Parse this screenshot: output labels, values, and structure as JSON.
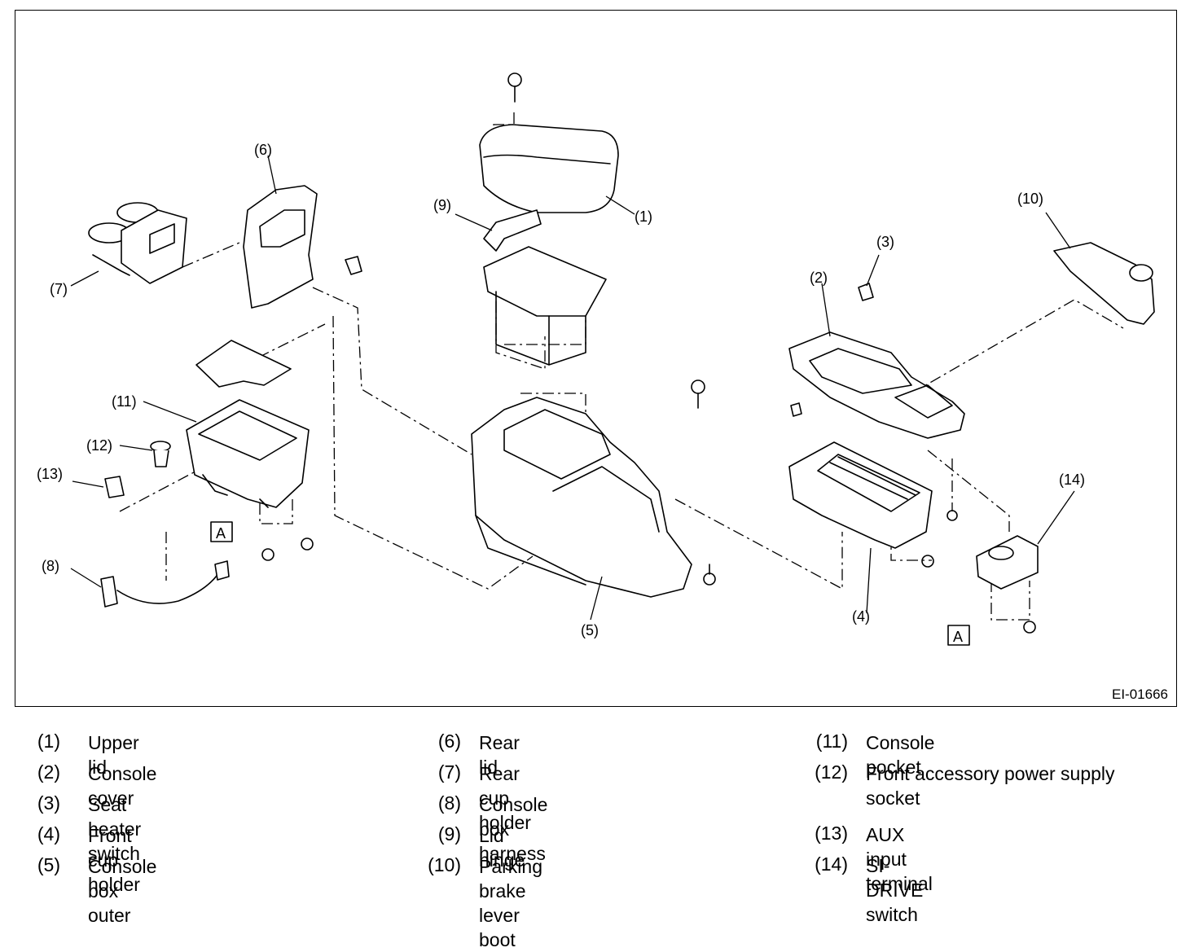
{
  "figure": {
    "id_label": "EI-01666",
    "reference_marker": "A",
    "callouts": [
      "(1)",
      "(2)",
      "(3)",
      "(4)",
      "(5)",
      "(6)",
      "(7)",
      "(8)",
      "(9)",
      "(10)",
      "(11)",
      "(12)",
      "(13)",
      "(14)"
    ]
  },
  "legend": {
    "columns": [
      [
        {
          "num": "(1)",
          "label": "Upper lid"
        },
        {
          "num": "(2)",
          "label": "Console cover"
        },
        {
          "num": "(3)",
          "label": "Seat heater switch"
        },
        {
          "num": "(4)",
          "label": "Front cup holder"
        },
        {
          "num": "(5)",
          "label": "Console box outer"
        }
      ],
      [
        {
          "num": "(6)",
          "label": "Rear lid"
        },
        {
          "num": "(7)",
          "label": "Rear cup holder"
        },
        {
          "num": "(8)",
          "label": "Console box harness"
        },
        {
          "num": "(9)",
          "label": "Lid hinge"
        },
        {
          "num": "(10)",
          "label": "Parking brake lever boot"
        }
      ],
      [
        {
          "num": "(11)",
          "label": "Console pocket"
        },
        {
          "num": "(12)",
          "label": "Front accessory power supply socket"
        },
        {
          "num": "(13)",
          "label": "AUX input terminal"
        },
        {
          "num": "(14)",
          "label": "SI-DRIVE switch"
        }
      ]
    ]
  }
}
